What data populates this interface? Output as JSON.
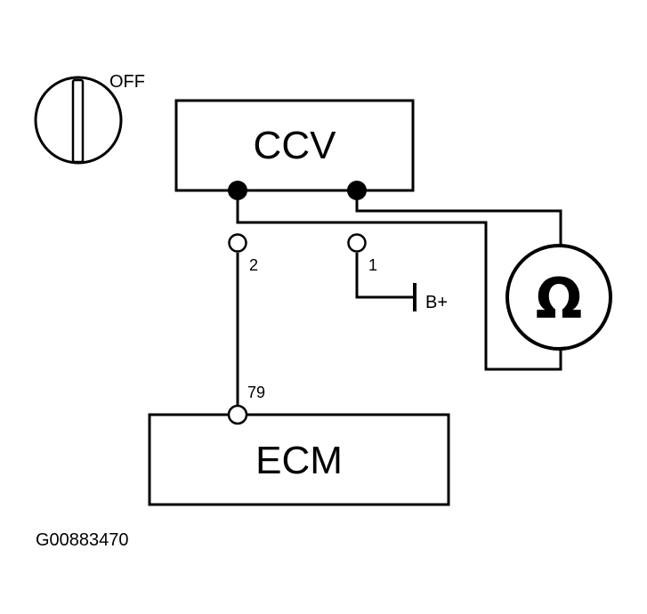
{
  "switch": {
    "state_label": "OFF"
  },
  "components": {
    "ccv_label": "CCV",
    "ecm_label": "ECM",
    "ohmmeter_symbol": "Ω"
  },
  "pins": {
    "ccv_pin_a": "2",
    "ccv_pin_b": "1",
    "ecm_pin": "79"
  },
  "supply": {
    "label": "B+"
  },
  "figure": {
    "reference": "G00883470"
  }
}
